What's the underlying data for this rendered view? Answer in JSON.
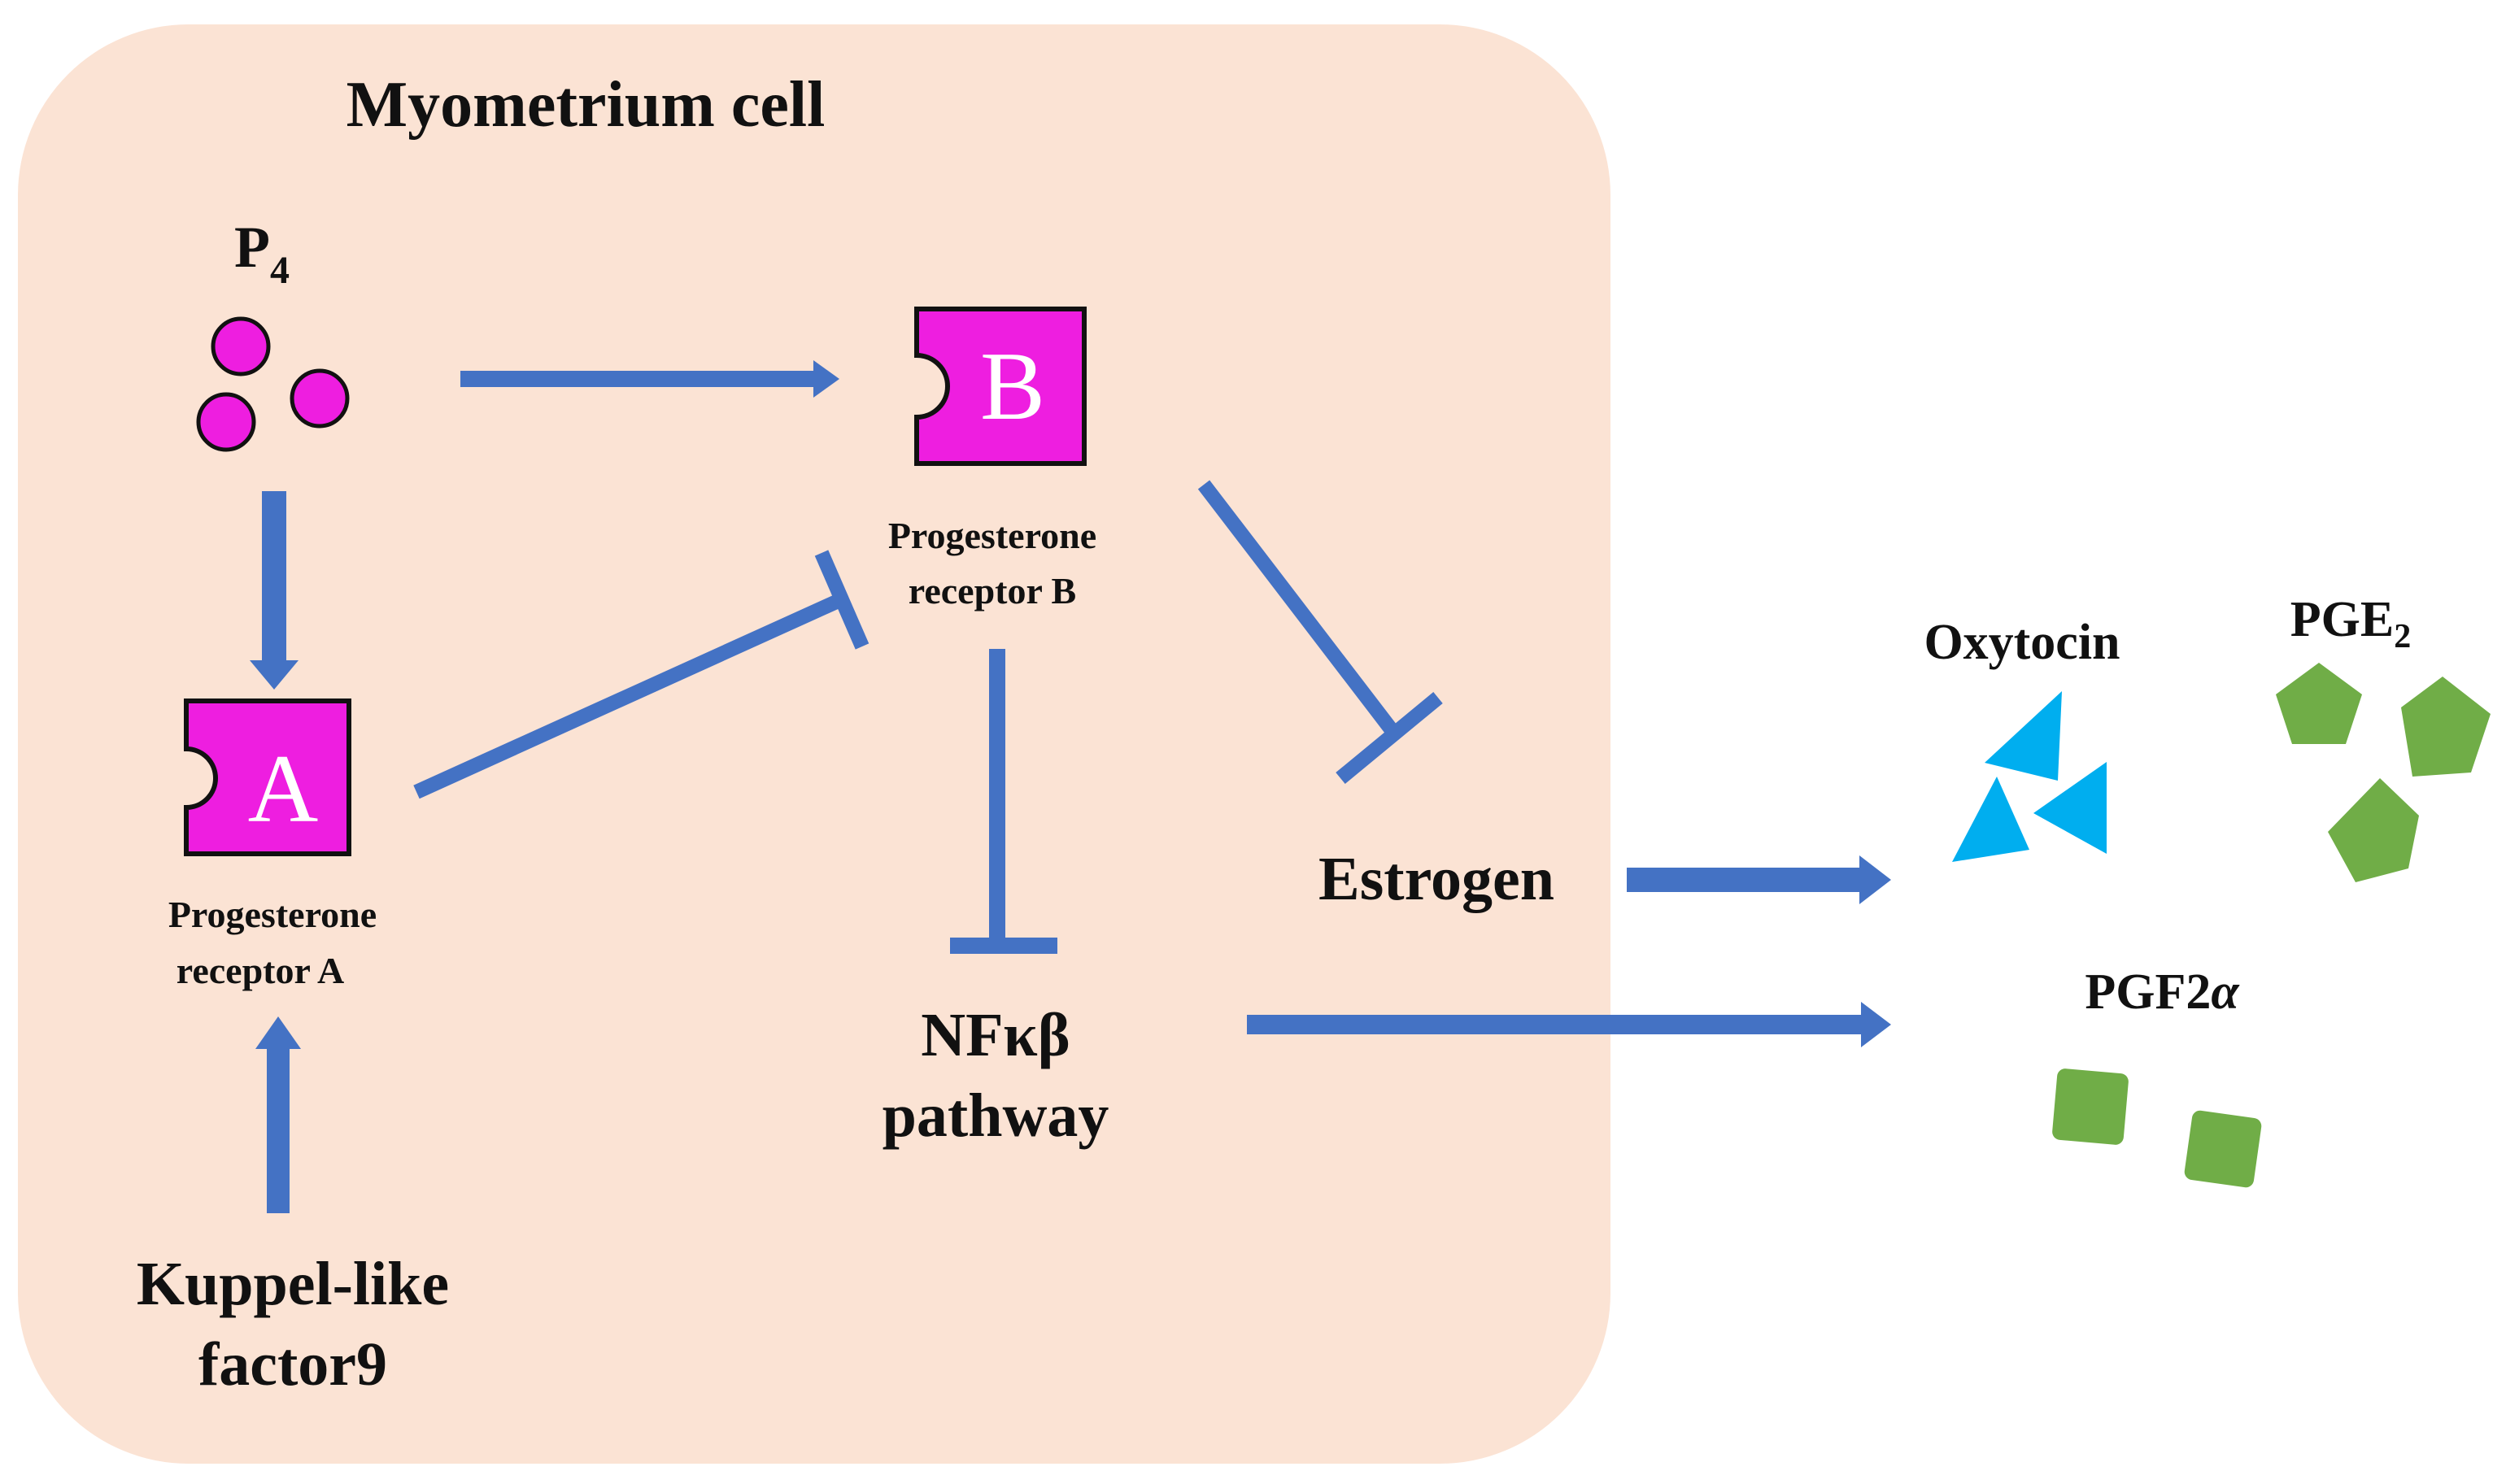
{
  "diagram": {
    "cell_title": "Myometrium cell",
    "p4": {
      "base": "P",
      "subscript": "4"
    },
    "receptor_a": {
      "letter": "A",
      "label_line1": "Progesterone",
      "label_line2": "receptor A"
    },
    "receptor_b": {
      "letter": "B",
      "label_line1": "Progesterone",
      "label_line2": "receptor B"
    },
    "klf9": {
      "line1": "Kuppel-like",
      "line2": "factor9"
    },
    "nfkb": {
      "line1": "NFκβ",
      "line2": "pathway"
    },
    "estrogen": "Estrogen",
    "oxytocin": "Oxytocin",
    "pge2": {
      "base": "PGE",
      "subscript": "2"
    },
    "pgf2a": {
      "base": "PGF2",
      "greek": "α"
    }
  },
  "colors": {
    "cell_fill": "#fbe3d4",
    "arrow": "#4472c4",
    "receptor": "#ee1ee0",
    "p4_molecule": "#ee1ee0",
    "oxytocin": "#00aeef",
    "prostaglandin": "#70ad47"
  }
}
